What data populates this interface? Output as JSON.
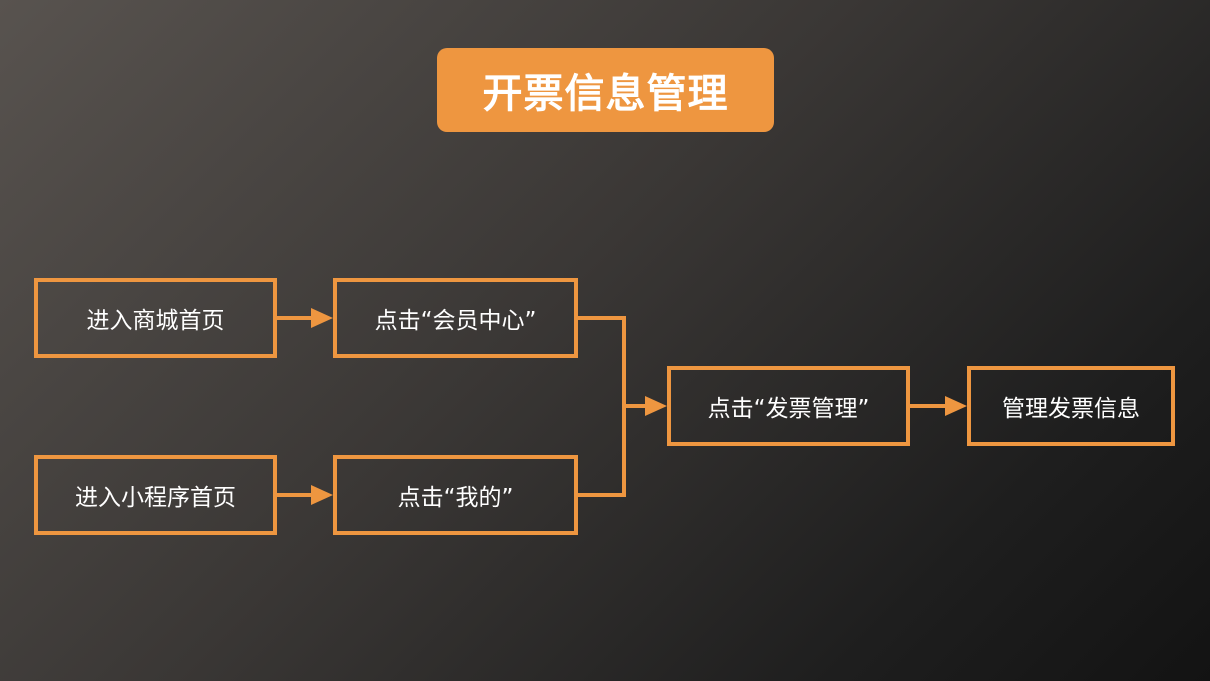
{
  "title": "开票信息管理",
  "nodes": {
    "mall_home": "进入商城首页",
    "member_center": "点击“会员中心”",
    "miniapp_home": "进入小程序首页",
    "mine": "点击“我的”",
    "invoice_manage": "点击“发票管理”",
    "manage_invoice_info": "管理发票信息"
  },
  "colors": {
    "accent": "#EE9640",
    "text": "#FFFFFF"
  }
}
